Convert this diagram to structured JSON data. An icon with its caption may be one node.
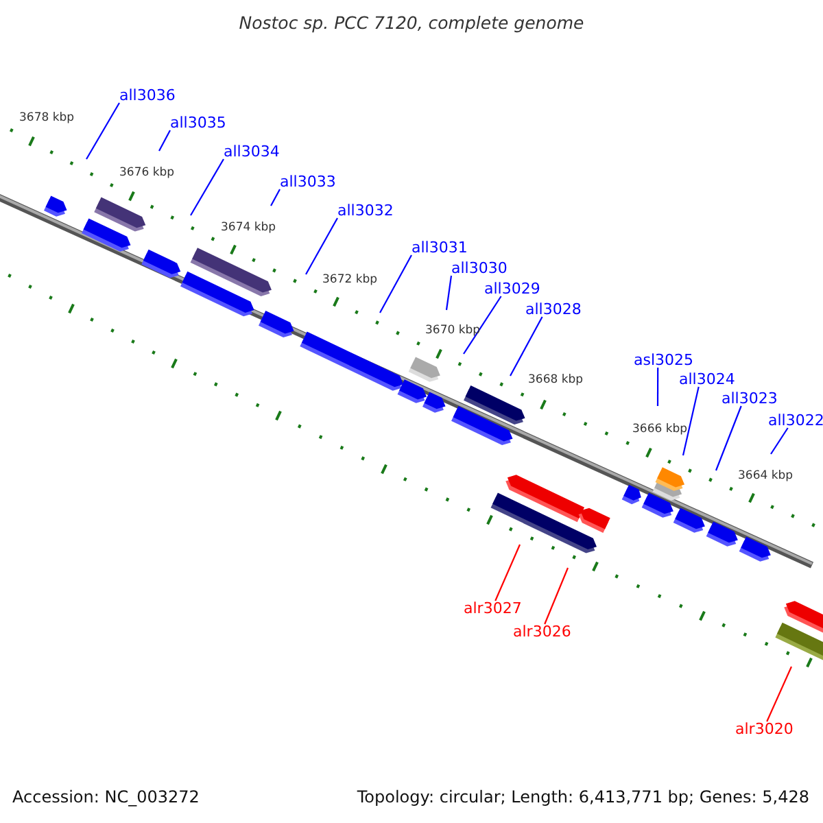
{
  "diagram": {
    "title": "Nostoc sp. PCC 7120, complete genome",
    "nodes": [
      {
        "text": [
          "all3036"
        ]
      },
      {
        "text": [
          "all3035"
        ]
      },
      {
        "text": [
          "all3034"
        ]
      },
      {
        "text": [
          "all3033"
        ]
      },
      {
        "text": [
          "all3032"
        ]
      },
      {
        "text": [
          "all3031"
        ]
      },
      {
        "text": [
          "all3030"
        ]
      },
      {
        "text": [
          "all3029"
        ]
      },
      {
        "text": [
          "all3028"
        ]
      },
      {
        "text": [
          "asl3025"
        ]
      },
      {
        "text": [
          "all3024"
        ]
      },
      {
        "text": [
          "all3023"
        ]
      },
      {
        "text": [
          "all3022"
        ]
      },
      {
        "text": [
          "alr3027"
        ]
      },
      {
        "text": [
          "alr3026"
        ]
      },
      {
        "text": [
          "alr3020"
        ]
      }
    ],
    "edges": [
      {
        "from": 0,
        "to": null,
        "arrow": "none"
      },
      {
        "from": 1,
        "to": null,
        "arrow": "none"
      },
      {
        "from": 2,
        "to": null,
        "arrow": "none"
      },
      {
        "from": 3,
        "to": null,
        "arrow": "none"
      },
      {
        "from": 4,
        "to": null,
        "arrow": "none"
      },
      {
        "from": 5,
        "to": null,
        "arrow": "none"
      },
      {
        "from": 6,
        "to": null,
        "arrow": "none"
      },
      {
        "from": 7,
        "to": null,
        "arrow": "none"
      },
      {
        "from": 8,
        "to": null,
        "arrow": "none"
      },
      {
        "from": 9,
        "to": null,
        "arrow": "none"
      },
      {
        "from": 10,
        "to": null,
        "arrow": "none"
      },
      {
        "from": 11,
        "to": null,
        "arrow": "none"
      },
      {
        "from": 12,
        "to": null,
        "arrow": "none"
      },
      {
        "from": 13,
        "to": null,
        "arrow": "none",
        "color": "#ff0000"
      },
      {
        "from": 14,
        "to": null,
        "arrow": "none",
        "color": "#ff0000"
      },
      {
        "from": 15,
        "to": null,
        "arrow": "none",
        "color": "#ff0000"
      }
    ],
    "labels": [
      "3678 kbp",
      "3676 kbp",
      "3674 kbp",
      "3672 kbp",
      "3670 kbp",
      "3668 kbp",
      "3666 kbp",
      "3664 kbp",
      "Accession: NC_003272",
      "Topology: circular; Length: 6,413,771 bp; Genes: 5,428"
    ]
  }
}
